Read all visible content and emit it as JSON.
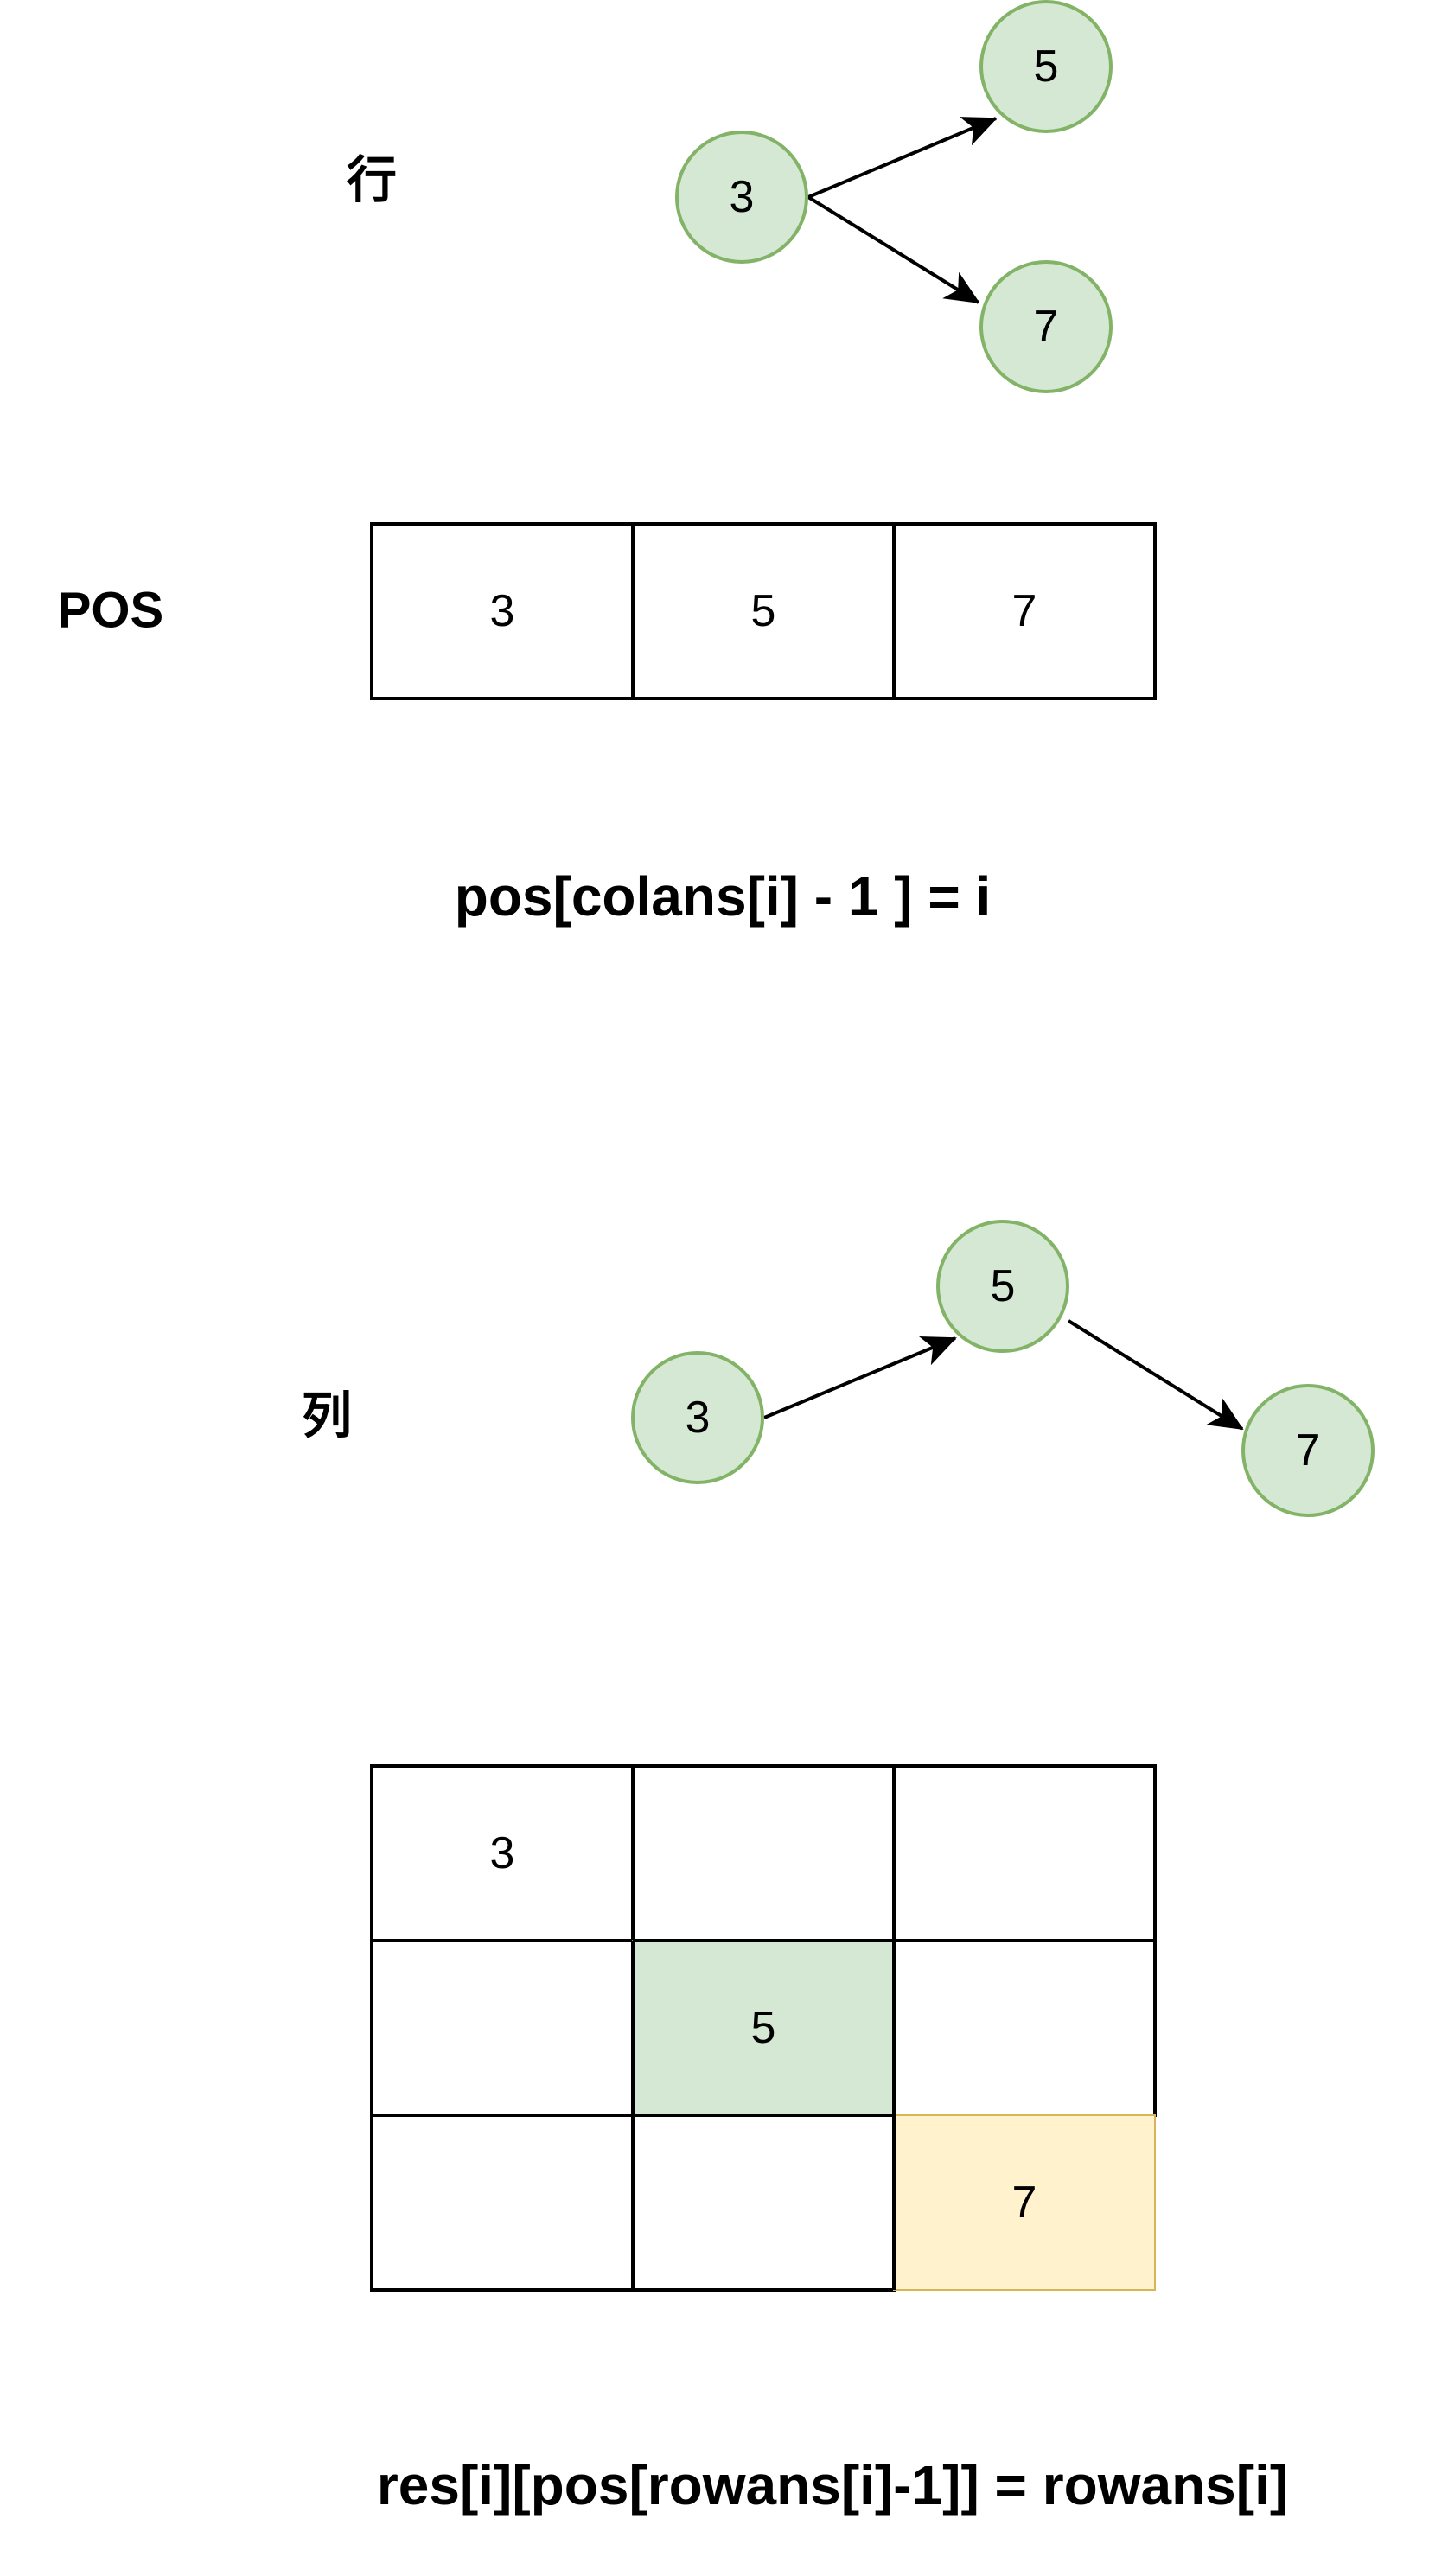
{
  "row_section": {
    "label": "行",
    "nodes": [
      "3",
      "5",
      "7"
    ]
  },
  "pos_section": {
    "label": "POS",
    "cells": [
      "3",
      "5",
      "7"
    ],
    "formula": "pos[colans[i] - 1 ] = i"
  },
  "col_section": {
    "label": "列",
    "nodes": [
      "3",
      "5",
      "7"
    ]
  },
  "res_section": {
    "grid": [
      [
        "3",
        "",
        ""
      ],
      [
        "",
        "5",
        ""
      ],
      [
        "",
        "",
        "7"
      ]
    ],
    "formula": "res[i][pos[rowans[i]-1]] = rowans[i]"
  },
  "colors": {
    "node_fill": "#d5e8d4",
    "node_stroke": "#82b366",
    "highlight_green": "#d5e8d4",
    "highlight_yellow": "#fff2cc"
  }
}
